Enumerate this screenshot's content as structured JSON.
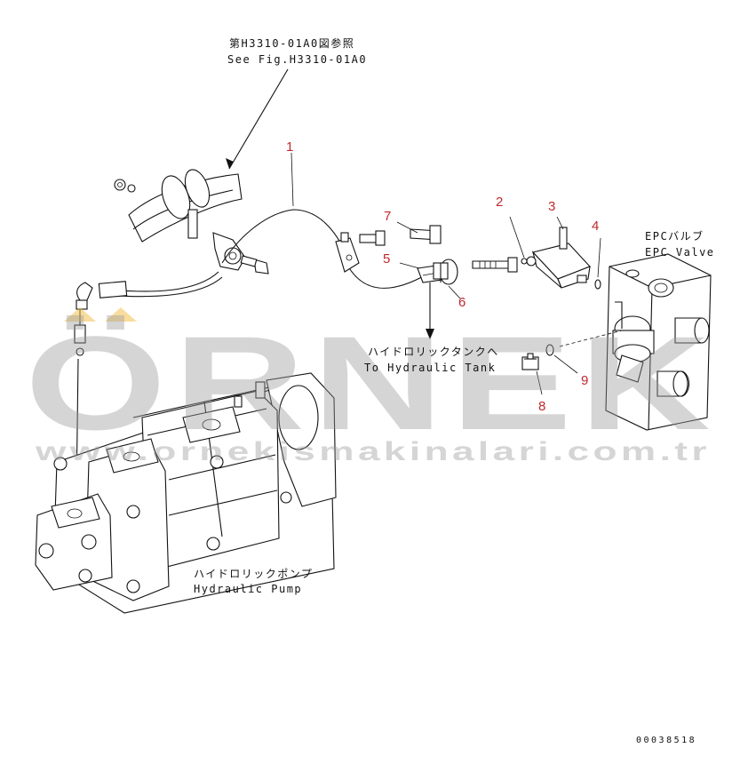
{
  "reference": {
    "line1": "第H3310-01A0図参照",
    "line2": "See Fig.H3310-01A0"
  },
  "callouts": [
    "1",
    "2",
    "3",
    "4",
    "5",
    "6",
    "7",
    "8",
    "9"
  ],
  "epc_valve": {
    "jp": "EPCバルブ",
    "en": "EPC Valve"
  },
  "hydraulic_tank": {
    "jp": "ハイドロリックタンクへ",
    "en": "To Hydraulic Tank"
  },
  "hydraulic_pump": {
    "jp": "ハイドロリックポンプ",
    "en": "Hydraulic Pump"
  },
  "watermark": {
    "brand": "ÖRNEK",
    "url": "www.ornekismakinalari.com.tr"
  },
  "drawing_number": "00038518",
  "colors": {
    "callout": "#c0282d",
    "line": "#111111",
    "watermark": "#9a9a9a",
    "accent": "#f2c14e"
  }
}
